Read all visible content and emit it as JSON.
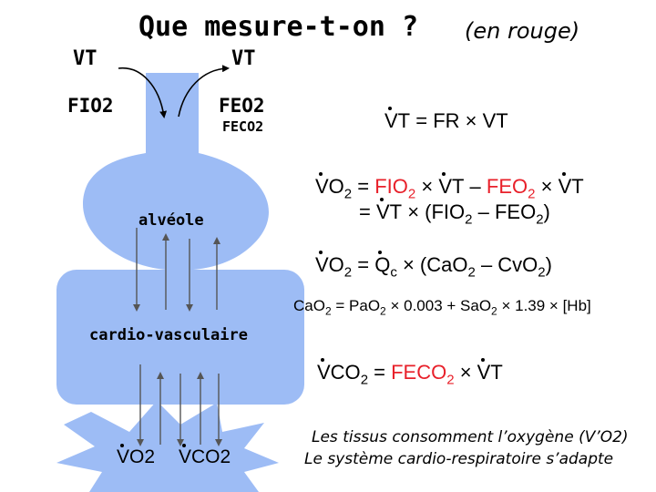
{
  "title": {
    "main": "Que mesure-t-on ?",
    "sub": "(en rouge)"
  },
  "labels": {
    "left_vt": "VT",
    "left_fio2": "FIO2",
    "right_vt": "VT",
    "right_feo2": "FEO2",
    "right_feco2": "FECO2",
    "alveole": "alvéole",
    "cardio": "cardio-vasculaire",
    "vo2": "VO2",
    "vco2": "VCO2"
  },
  "equations": {
    "eq1": {
      "a": "VT",
      "b": "= FR × VT"
    },
    "eq2_line1": {
      "a": "VO",
      "a_sub": "2",
      "eq": " = ",
      "b": "FIO",
      "b_sub": "2",
      "c": " × ",
      "d": "VT",
      "e": " – ",
      "f": "FEO",
      "f_sub": "2",
      "g": " × ",
      "h": "VT"
    },
    "eq2_line2": {
      "a": "= ",
      "b": "VT",
      "c": " × (FIO",
      "c_sub": "2",
      "d": " – FEO",
      "d_sub": "2",
      "e": ")"
    },
    "eq3": {
      "a": "VO",
      "a_sub": "2",
      "b": " = ",
      "c": "Q",
      "c_sub": "c",
      "d": " × (CaO",
      "d_sub": "2",
      "e": " – CvO",
      "e_sub": "2",
      "f": ")"
    },
    "eq4": {
      "a": "CaO",
      "a_sub": "2",
      "b": " = PaO",
      "b_sub": "2",
      "c": " × 0.003 + SaO",
      "c_sub": "2",
      "d": " × 1.39 × [Hb]"
    },
    "eq5": {
      "a": "VCO",
      "a_sub": "2",
      "b": " = ",
      "c": "FECO",
      "c_sub": "2",
      "d": " × ",
      "e": "VT"
    }
  },
  "footer": {
    "line1": "Les tissus consomment l’oxygène (V’O2)",
    "line2": "Le système cardio-respiratoire s’adapte"
  },
  "colors": {
    "organ_fill": "#9dbcf5",
    "accent_red": "#e8202a"
  }
}
